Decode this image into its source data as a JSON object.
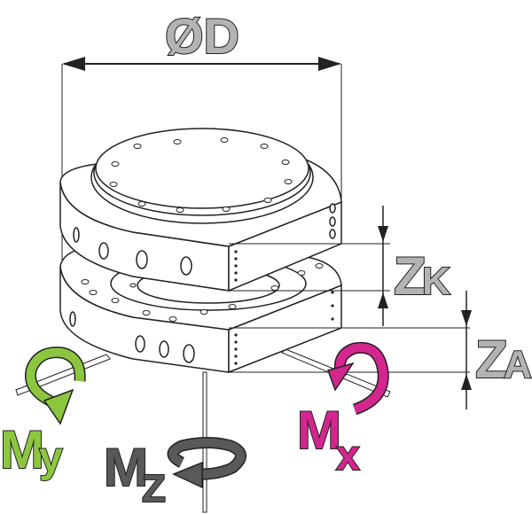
{
  "labels": {
    "diameter": "ØD",
    "zk_main": "Z",
    "zk_sub": "K",
    "za_main": "Z",
    "za_sub": "A",
    "my_main": "M",
    "my_sub": "y",
    "mz_main": "M",
    "mz_sub": "Z",
    "mx_main": "M",
    "mx_sub": "x"
  },
  "colors": {
    "dimension_fill": "#b3b3b3",
    "my": "#8cc63f",
    "mz": "#595959",
    "mx": "#d4268f",
    "outline": "#222222"
  }
}
